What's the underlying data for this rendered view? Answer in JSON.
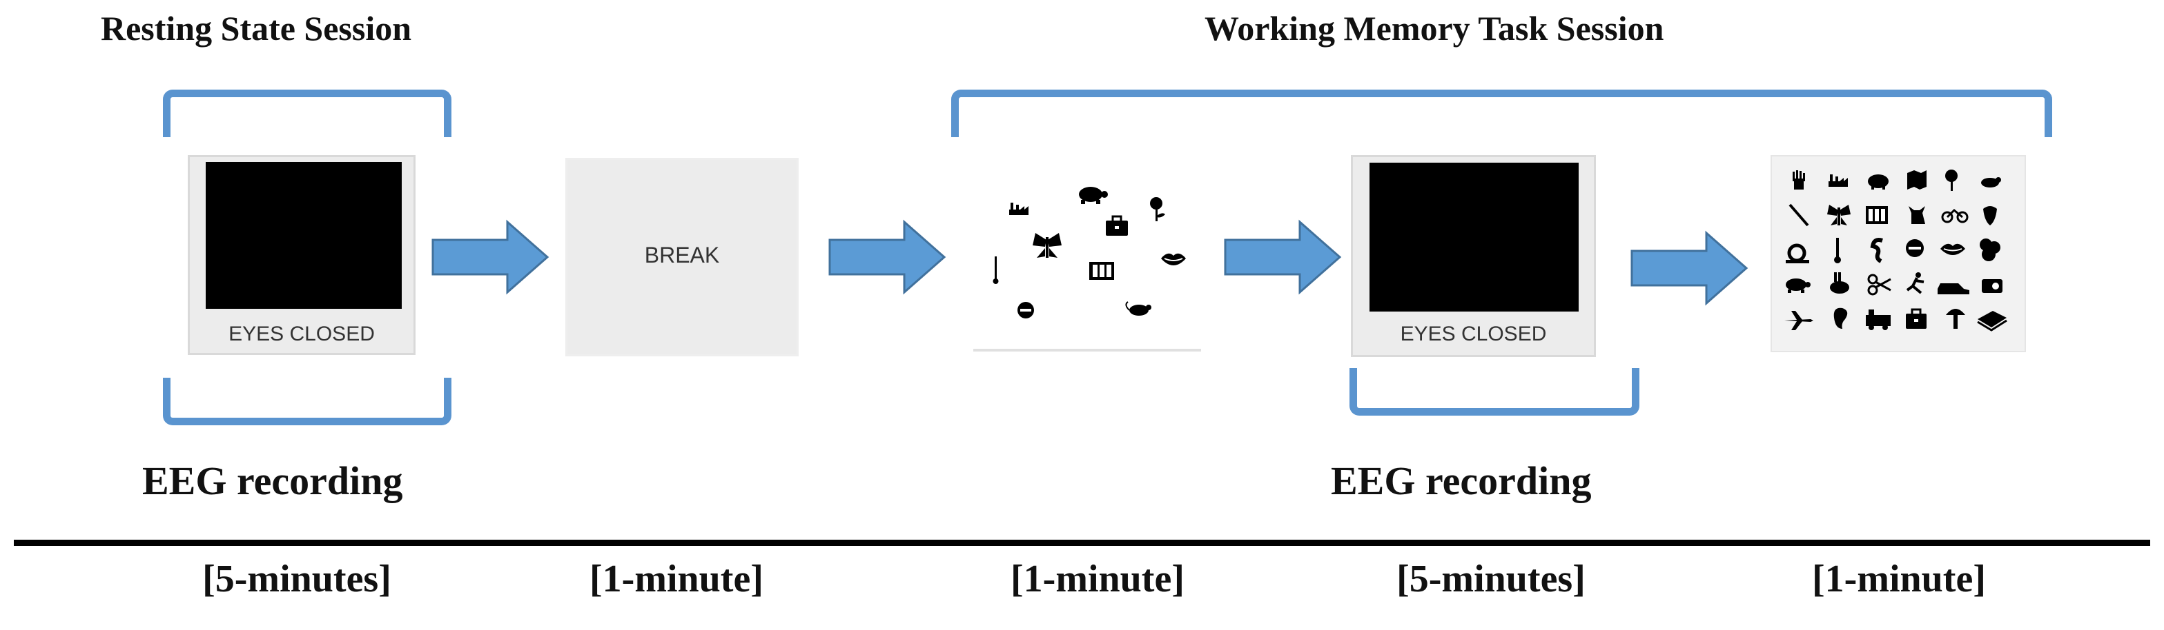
{
  "sessions": {
    "resting_title": "Resting State Session",
    "working_title": "Working Memory Task Session"
  },
  "panels": {
    "eyes_closed_1": "EYES CLOSED",
    "break": "BREAK",
    "eyes_closed_2": "EYES CLOSED"
  },
  "eeg": {
    "label_1": "EEG recording",
    "label_2": "EEG recording"
  },
  "durations": [
    "[5-minutes]",
    "[1-minute]",
    "[1-minute]",
    "[5-minutes]",
    "[1-minute]"
  ],
  "colors": {
    "bracket": "#5a94cf",
    "arrow": "#5b9bd5",
    "screen": "#000000",
    "panel": "#ececec"
  }
}
